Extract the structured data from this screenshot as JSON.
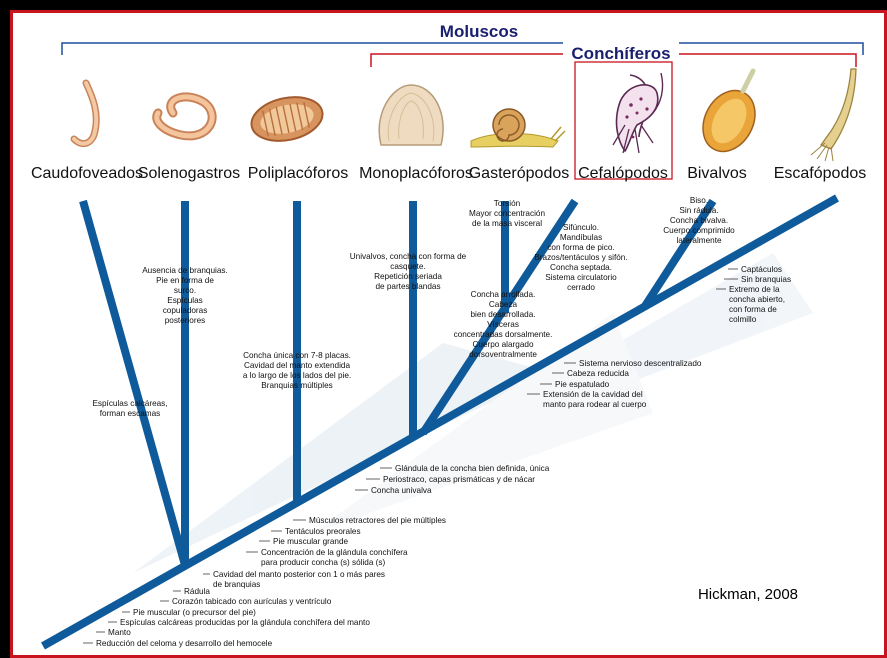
{
  "groups": {
    "moluscos": "Moluscos",
    "conchiferos": "Conchíferos"
  },
  "taxa": [
    {
      "label": "Caudofoveados"
    },
    {
      "label": "Solenogastros"
    },
    {
      "label": "Poliplacóforos"
    },
    {
      "label": "Monoplacóforos"
    },
    {
      "label": "Gasterópodos"
    },
    {
      "label": "Cefalópodos"
    },
    {
      "label": "Bivalvos"
    },
    {
      "label": "Escafópodos"
    }
  ],
  "credit": "Hickman, 2008",
  "notes": {
    "solenogastros": [
      "Ausencia de branquias.",
      "Pie en forma de",
      "surco.",
      "Espículas",
      "copuladoras",
      "posteriores"
    ],
    "caudofoveados": [
      "Espículas calcáreas,",
      "forman escamas"
    ],
    "poliplacoforos": [
      "Concha única con 7-8 placas.",
      "Cavidad del manto extendida",
      "a lo largo de los lados del pie.",
      "Branquias múltiples"
    ],
    "monoplacoforos": [
      "Univalvos, concha con forma de",
      "casquete.",
      "Repetición seriada",
      "de partes blandas"
    ],
    "gasteropodos_torsion": [
      "Torsión",
      "Mayor concentración",
      "de la masa visceral"
    ],
    "gasteropodos": [
      "Concha arrollada.",
      "Cabeza",
      "bien desarrollada.",
      "Vísceras",
      "concentradas dorsalmente.",
      "Cuerpo alargado",
      "dorsoventralmente"
    ],
    "cefalopodos": [
      "Sifúnculo.",
      "Mandíbulas",
      "con forma de pico.",
      "Brazos/tentáculos y sifón.",
      "Concha septada.",
      "Sistema circulatorio",
      "cerrado"
    ],
    "bivalvos": [
      "Biso.",
      "Sin rádula.",
      "Concha bivalva.",
      "Cuerpo comprimido",
      "lateralmente"
    ],
    "escafopodos": [
      "Captáculos",
      "Sin branquias",
      "Extremo de la",
      "concha abierto,",
      "con forma de",
      "colmillo"
    ],
    "node_diasoma": [
      "Sistema nervioso descentralizado",
      "Cabeza reducida",
      "Pie espatulado",
      "Extensión de la cavidad del",
      "manto para rodear al cuerpo"
    ],
    "node_conchifera": [
      "Glándula de la concha bien definida, única",
      "Periostraco, capas prismáticas y de nácar",
      "Concha univalva"
    ],
    "node_poliplac": [
      "Músculos retractores del pie múltiples",
      "Tentáculos preorales",
      "Pie muscular grande",
      "Concentración de la glándula conchífera",
      "para producir concha (s) sólida (s)"
    ],
    "node_base": [
      "Cavidad del manto posterior con 1 o más pares",
      "de branquias",
      "Rádula",
      "Corazón tabicado con aurículas y ventrículo",
      "Pie muscular (o precursor del pie)",
      "Espículas calcáreas producidas por la glándula conchífera del manto",
      "Manto",
      "Reducción del celoma y desarrollo del hemocele"
    ]
  },
  "colors": {
    "branch": "#0e5a9a",
    "moluscos": "#1f4f9e",
    "conchiferos": "#c8141e",
    "title_text": "#1a1f6e",
    "frame": "#c8141e"
  }
}
